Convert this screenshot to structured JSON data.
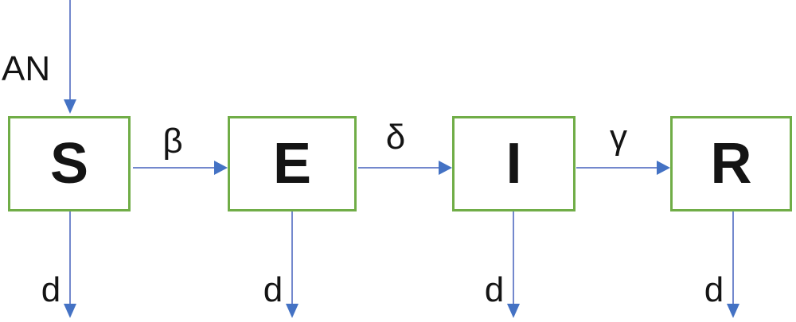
{
  "diagram": {
    "background_color": "#ffffff",
    "box_border_color": "#70AD47",
    "arrow_color": "#4472C4",
    "inflow": {
      "label": "AN",
      "target": "S"
    },
    "compartments": [
      {
        "label": "S"
      },
      {
        "label": "E"
      },
      {
        "label": "I"
      },
      {
        "label": "R"
      }
    ],
    "transitions": [
      {
        "from": "S",
        "to": "E",
        "label": "β"
      },
      {
        "from": "E",
        "to": "I",
        "label": "δ"
      },
      {
        "from": "I",
        "to": "R",
        "label": "γ"
      }
    ],
    "outflows": [
      {
        "from": "S",
        "label": "d"
      },
      {
        "from": "E",
        "label": "d"
      },
      {
        "from": "I",
        "label": "d"
      },
      {
        "from": "R",
        "label": "d"
      }
    ]
  }
}
